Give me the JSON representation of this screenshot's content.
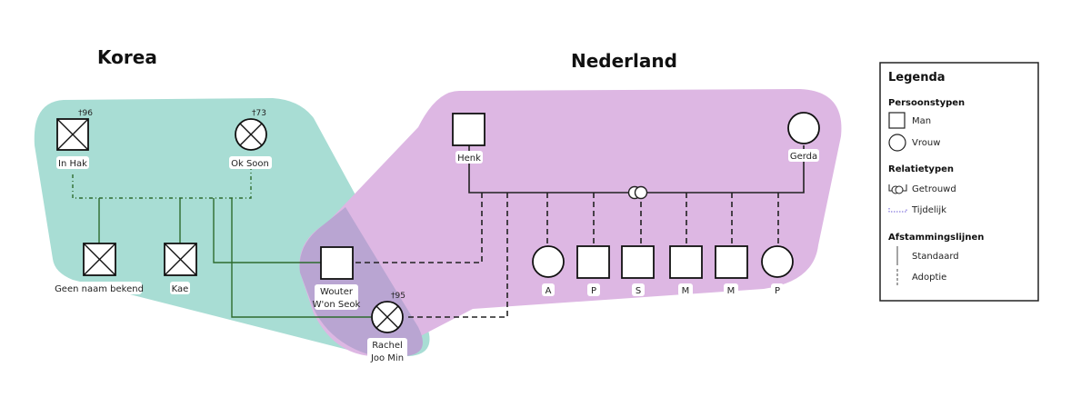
{
  "regions": {
    "korea": {
      "title": "Korea",
      "color": "#a8ddd4"
    },
    "nederland": {
      "title": "Nederland",
      "color": "#ddb7e3"
    },
    "overlap_color": "#b9a5d2"
  },
  "people": {
    "in_hak": {
      "name": "In Hak",
      "death": "†96",
      "type": "man",
      "deceased": true
    },
    "ok_soon": {
      "name": "Ok Soon",
      "death": "†73",
      "type": "vrouw",
      "deceased": true
    },
    "geen_naam": {
      "name": "Geen naam bekend",
      "type": "man",
      "deceased": true
    },
    "kae": {
      "name": "Kae",
      "type": "man",
      "deceased": true
    },
    "wouter": {
      "name1": "Wouter",
      "name2": "W'on Seok",
      "type": "man",
      "deceased": false
    },
    "rachel": {
      "name1": "Rachel",
      "name2": "Joo Min",
      "death": "†95",
      "type": "vrouw",
      "deceased": true
    },
    "henk": {
      "name": "Henk",
      "type": "man"
    },
    "gerda": {
      "name": "Gerda",
      "type": "vrouw"
    },
    "children": [
      {
        "name": "A",
        "type": "vrouw"
      },
      {
        "name": "P",
        "type": "man"
      },
      {
        "name": "S",
        "type": "man"
      },
      {
        "name": "M",
        "type": "man"
      },
      {
        "name": "M",
        "type": "man"
      },
      {
        "name": "P",
        "type": "vrouw"
      }
    ]
  },
  "colors": {
    "standard_line": "#2e6b2e",
    "adoption_line": "#222222",
    "partner_line": "#222222"
  },
  "legend": {
    "title": "Legenda",
    "person_types_title": "Persoonstypen",
    "man": "Man",
    "vrouw": "Vrouw",
    "relation_types_title": "Relatietypen",
    "married": "Getrouwd",
    "temporary": "Tijdelijk",
    "descent_title": "Afstammingslijnen",
    "standard": "Standaard",
    "adoption": "Adoptie"
  }
}
